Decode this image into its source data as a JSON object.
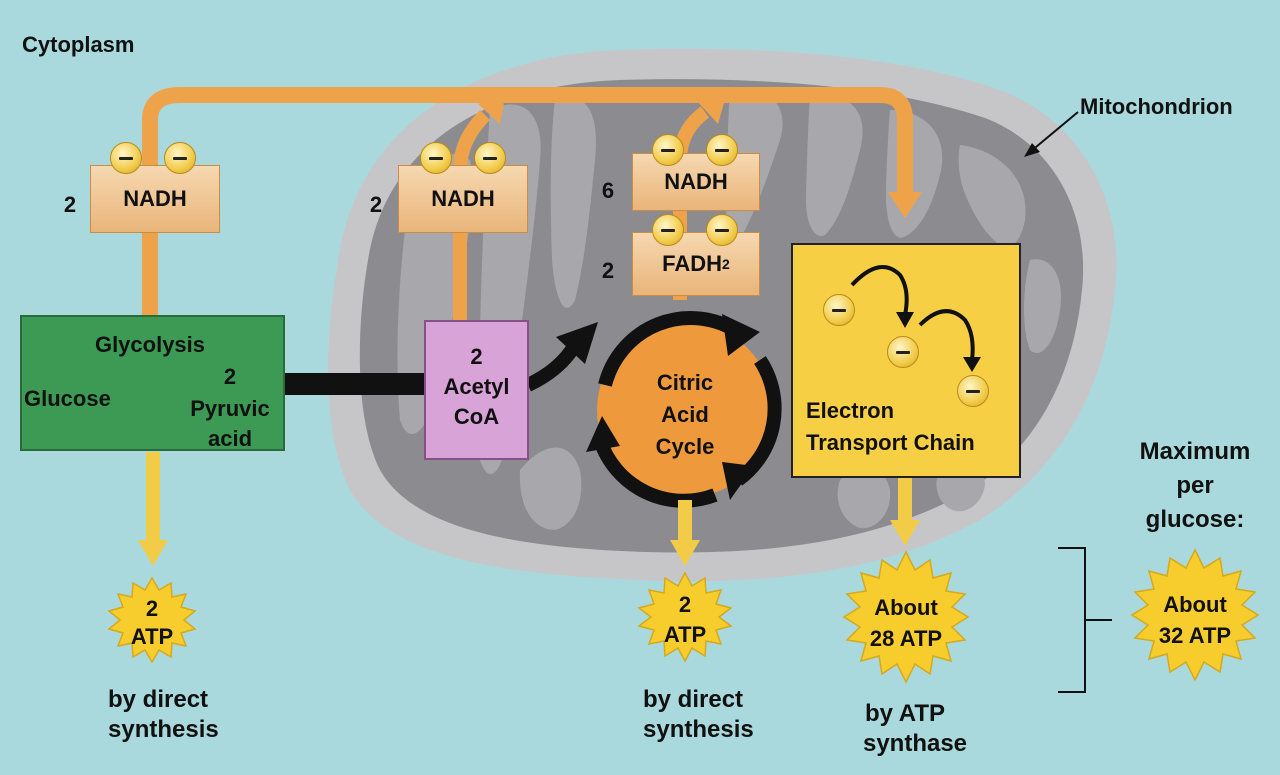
{
  "labels": {
    "cytoplasm": "Cytoplasm",
    "mitochondrion": "Mitochondrion",
    "glycolysis_title": "Glycolysis",
    "glucose": "Glucose",
    "pyruvic_count": "2",
    "pyruvic": "Pyruvic",
    "pyruvic_2": "acid",
    "acetyl_count": "2",
    "acetyl": "Acetyl",
    "acetyl_2": "CoA",
    "citric_1": "Citric",
    "citric_2": "Acid",
    "citric_3": "Cycle",
    "etc_1": "Electron",
    "etc_2": "Transport Chain",
    "max_1": "Maximum",
    "max_2": "per",
    "max_3": "glucose:"
  },
  "carriers": [
    {
      "count": "2",
      "name": "NADH"
    },
    {
      "count": "2",
      "name": "NADH"
    },
    {
      "count": "6",
      "name": "NADH"
    },
    {
      "count": "2",
      "name": "FADH",
      "sub": "2"
    }
  ],
  "atp": [
    {
      "line1": "2",
      "line2": "ATP",
      "caption1": "by direct",
      "caption2": "synthesis"
    },
    {
      "line1": "2",
      "line2": "ATP",
      "caption1": "by direct",
      "caption2": "synthesis"
    },
    {
      "line1": "About",
      "line2": "28 ATP",
      "caption1": "by ATP",
      "caption2": "synthase"
    },
    {
      "line1": "About",
      "line2": "32 ATP"
    }
  ],
  "colors": {
    "background": "#a9d9dc",
    "mitochondrion": "#c9c9cc",
    "orange_arrow": "#eea34a",
    "yellow_arrow": "#f2cc46",
    "glycolysis": "#3c9a55",
    "acetyl": "#d8a4d8",
    "citric": "#ee9a3c",
    "etc": "#f6cf45",
    "atp_star": "#f7cd2e"
  }
}
